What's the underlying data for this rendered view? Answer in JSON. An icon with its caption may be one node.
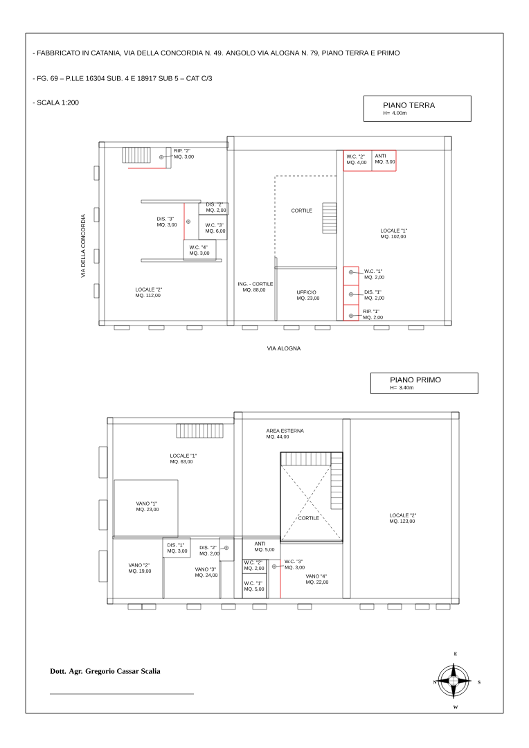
{
  "diagram": {
    "nodes": [
      {
        "text": [
          "PIANO TERRA",
          "H= 4.00m"
        ]
      },
      {
        "text": [
          "PIANO PRIMO",
          "H= 3.40m"
        ]
      },
      {
        "text": [
          "RIP. \"2\"",
          "MQ. 3,00"
        ]
      },
      {
        "text": [
          "W.C. \"1\"",
          "MQ. 2,00"
        ]
      },
      {
        "text": [
          "DIS. \"1\"",
          "MQ. 2,00"
        ]
      },
      {
        "text": [
          "RIP. \"1\"",
          "MQ. 2,00"
        ]
      },
      {
        "text": [
          "DIS. \"2\"",
          "MQ. 2,00"
        ]
      },
      {
        "text": [
          "W.C. \"3\"",
          "MQ. 3,00"
        ]
      },
      {
        "text": [],
        "shape": "circle"
      },
      {
        "text": [],
        "shape": "circle"
      },
      {
        "text": [],
        "shape": "circle"
      },
      {
        "text": [],
        "shape": "circle"
      },
      {
        "text": [],
        "shape": "circle"
      },
      {
        "text": [],
        "shape": "circle"
      }
    ],
    "edges": [
      {
        "from": 2,
        "to": 8,
        "arrow": "none"
      },
      {
        "from": 3,
        "to": 9,
        "arrow": "none"
      },
      {
        "from": 4,
        "to": 10,
        "arrow": "none"
      },
      {
        "from": 5,
        "to": 11,
        "arrow": "none"
      },
      {
        "from": 6,
        "to": 12,
        "arrow": "none"
      },
      {
        "from": 7,
        "to": 13,
        "arrow": "none"
      }
    ],
    "labels": [
      "- FABBRICATO IN CATANIA, VIA DELLA CONCORDIA N. 49. ANGOLO VIA ALOGNA N. 79, PIANO TERRA E PRIMO",
      "- FG. 69 – P.LLE 16304 SUB. 4 E 18917 SUB 5 – CAT C/3",
      "- SCALA 1:200",
      "W.C. \"2\"",
      "MQ. 4,00",
      "ANTI",
      "MQ. 3,00",
      "DIS. \"2\"",
      "MQ. 2,00",
      "CORTILE",
      "DIS. \"3\"",
      "MQ. 3,00",
      "W.C. \"3\"",
      "MQ. 6,00",
      "LOCALE \"1\"",
      "MQ. 102,00",
      "W.C. \"4\"",
      "MQ. 3,00",
      "ING. - CORTILE",
      "MQ. 88,00",
      "LOCALE \"2\"",
      "MQ. 112,00",
      "UFFICIO",
      "MQ. 23,00",
      "VIA DELLA CONCORDIA",
      "VIA ALOGNA",
      "AREA ESTERNA",
      "MQ. 44,00",
      "LOCALE \"1\"",
      "MQ. 63,00",
      "VANO \"1\"",
      "MQ. 23,00",
      "LOCALE \"2\"",
      "MQ. 123,00",
      "CORTILE",
      "ANTI",
      "MQ. 5,00",
      "DIS. \"1\"",
      "MQ. 3,00",
      "VANO \"2\"",
      "MQ. 19,00",
      "VANO \"3\"",
      "MQ. 24,00",
      "W.C. \"2\"",
      "MQ. 2,00",
      "VANO \"4\"",
      "MQ. 22,00",
      "W.C. \"1\"",
      "MQ. 5,00",
      "Dott. Agr. Gregorio Cassar Scalia",
      "E",
      "N",
      "S",
      "W"
    ]
  }
}
